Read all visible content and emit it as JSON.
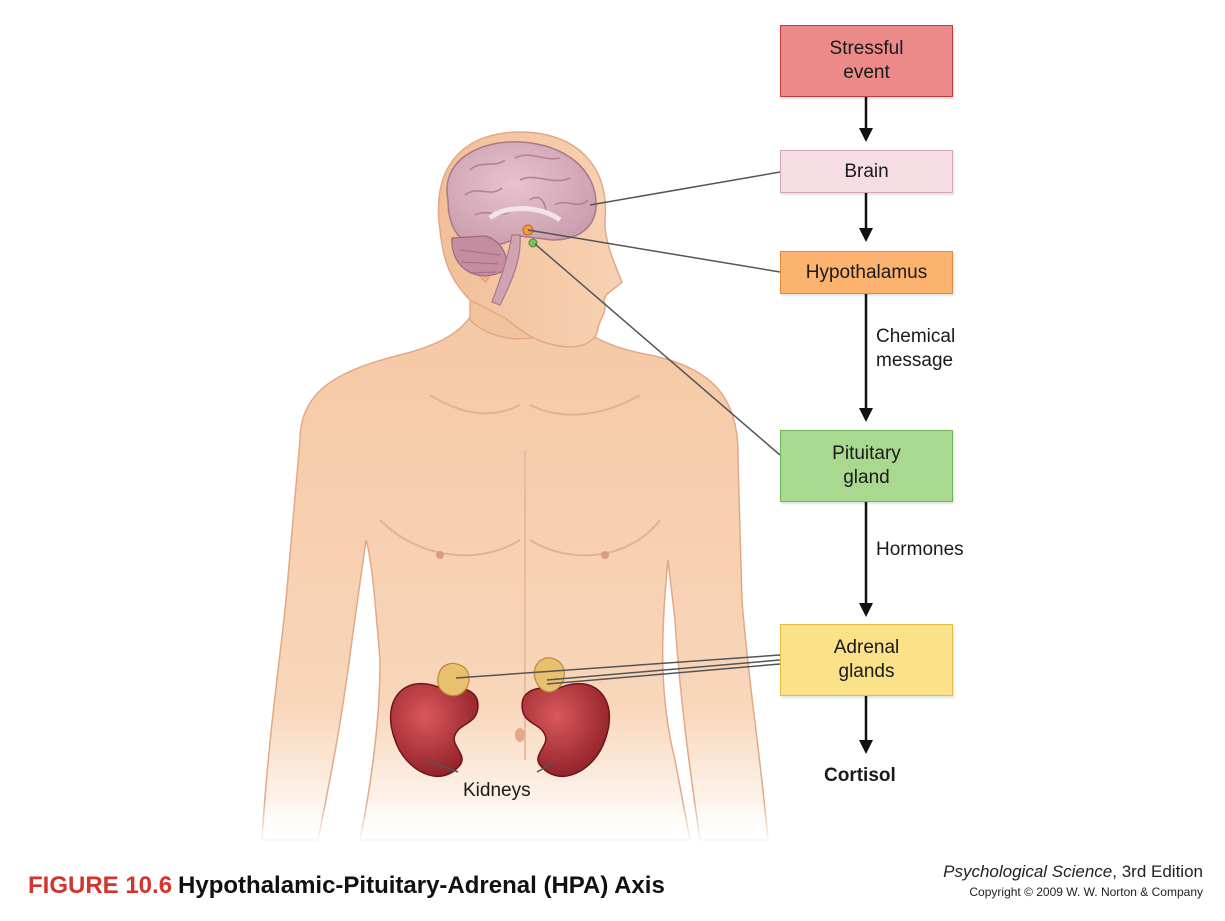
{
  "flow": {
    "stressful_event": "Stressful\nevent",
    "brain": "Brain",
    "hypothalamus": "Hypothalamus",
    "chemical_message": "Chemical\nmessage",
    "pituitary_gland": "Pituitary\ngland",
    "hormones": "Hormones",
    "adrenal_glands": "Adrenal\nglands",
    "cortisol": "Cortisol"
  },
  "anatomy": {
    "kidneys_label": "Kidneys"
  },
  "caption": {
    "figure_number": "FIGURE 10.6",
    "figure_title": "Hypothalamic-Pituitary-Adrenal (HPA) Axis"
  },
  "credit": {
    "book_title": "Psychological Science",
    "edition": ", 3rd Edition",
    "copyright": "Copyright © 2009 W. W. Norton & Company"
  },
  "colors": {
    "stress_fill": "#ec8a8a",
    "stress_border": "#c7393a",
    "brain_fill": "#f6dde4",
    "brain_border": "#d4a7b4",
    "hypo_fill": "#fbb36f",
    "hypo_border": "#e38a3c",
    "pituitary_fill": "#a8d98e",
    "pituitary_border": "#6fb553",
    "adrenal_fill": "#fbe289",
    "adrenal_border": "#e2bd45",
    "caption_accent": "#d7332d"
  }
}
